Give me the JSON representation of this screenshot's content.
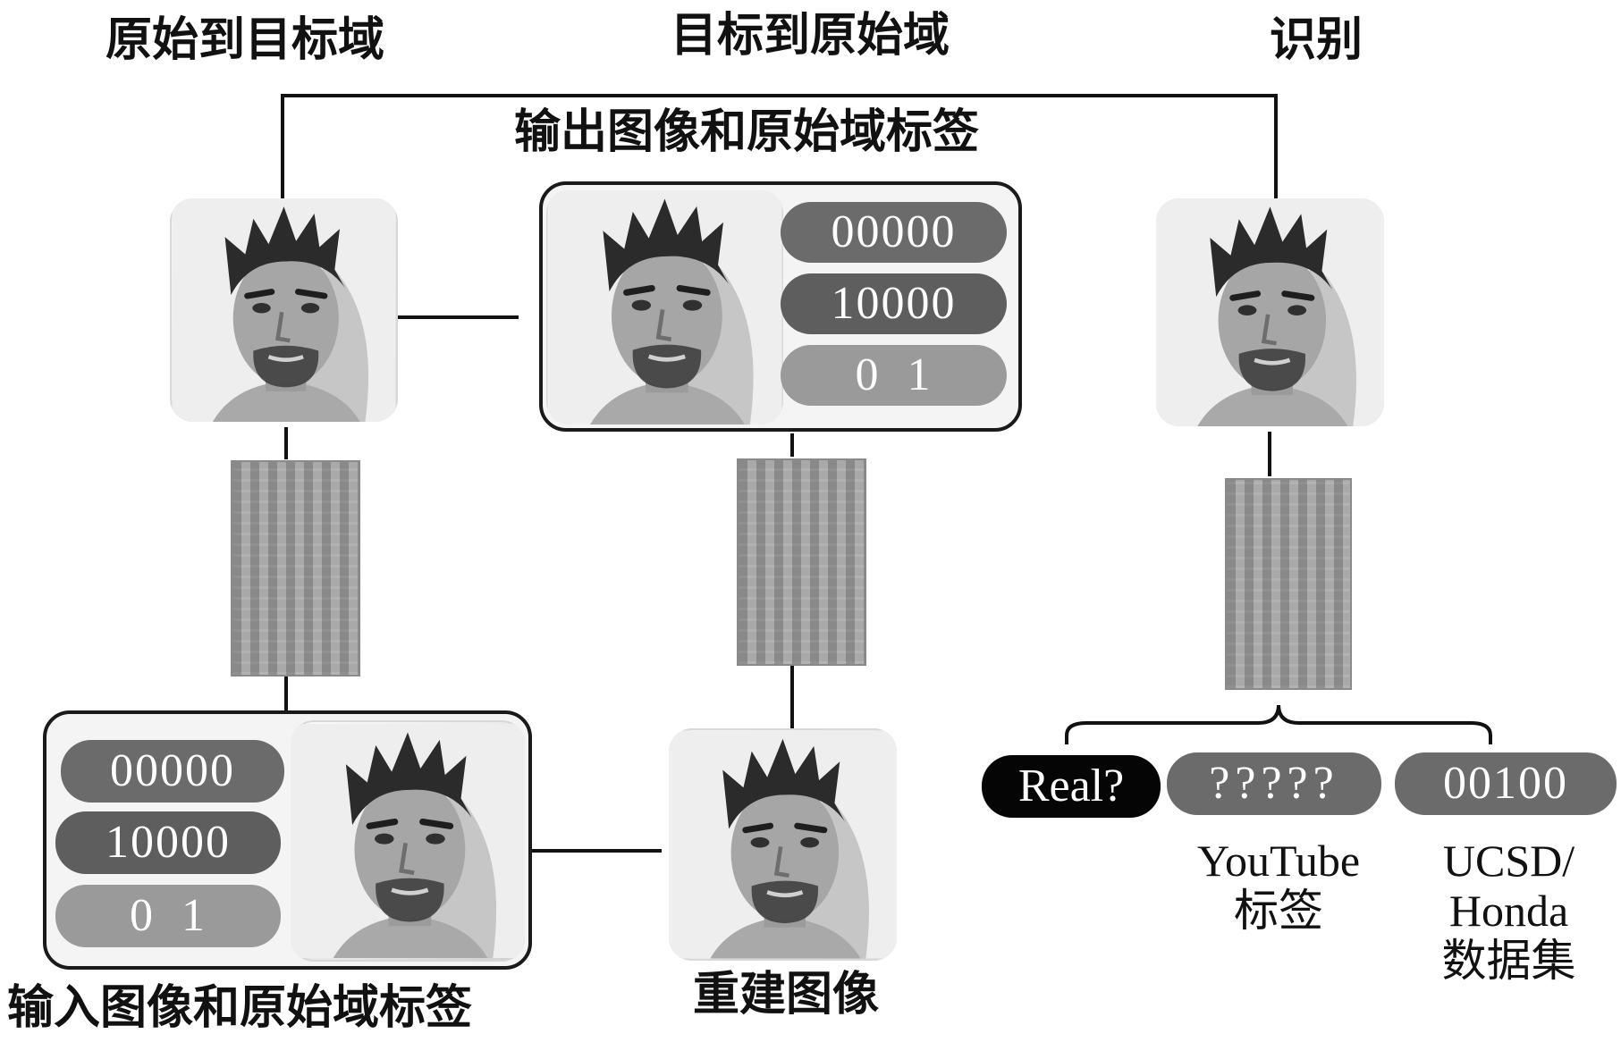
{
  "headings": {
    "source_to_target": "原始到目标域",
    "target_to_source": "目标到原始域",
    "recognition": "识别"
  },
  "labels": {
    "output_image_label": "输出图像和原始域标签",
    "input_image_label": "输入图像和原始域标签",
    "reconstructed_image": "重建图像",
    "youtube_label": "YouTube\n标签",
    "ucsd_honda_dataset": "UCSD/\nHonda\n数据集"
  },
  "output_codes": [
    "00000",
    "10000",
    "0  1"
  ],
  "input_codes": [
    "00000",
    "10000",
    "0  1"
  ],
  "recognition_outputs": [
    "Real?",
    "?????",
    "00100"
  ],
  "colors": {
    "pill_dark": "#6b6b6b",
    "pill_light": "#9a9a9a",
    "pill_black": "#050505",
    "line": "#111111"
  }
}
